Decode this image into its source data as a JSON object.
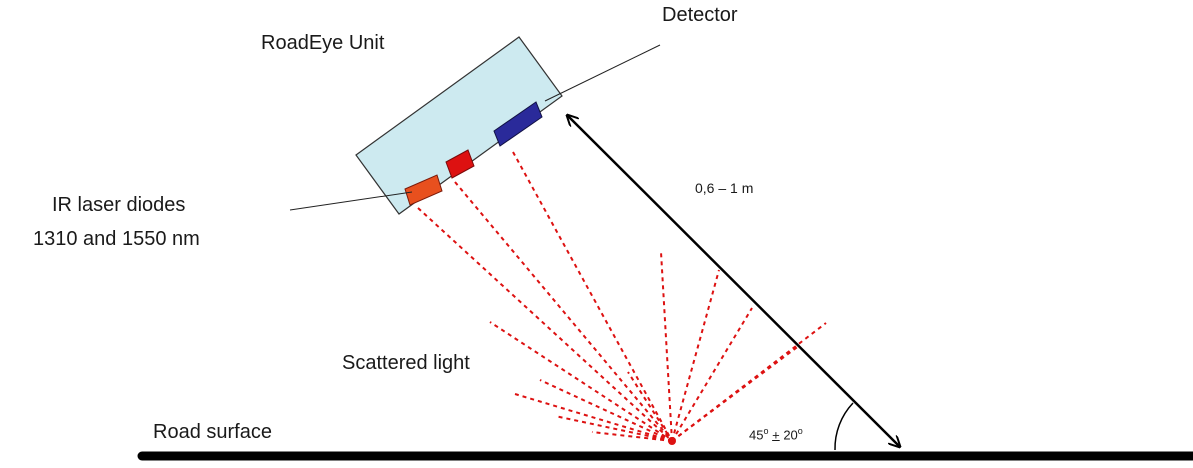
{
  "labels": {
    "unit": "RoadEye Unit",
    "detector": "Detector",
    "diodes_line1": "IR laser diodes",
    "diodes_line2": "1310 and 1550 nm",
    "distance": "0,6 – 1 m",
    "scattered": "Scattered light",
    "road": "Road surface",
    "angle_value": "45",
    "angle_degree": "o",
    "angle_pm": "+",
    "angle_tolerance": "20",
    "angle_tolerance_degree": "o"
  },
  "colors": {
    "unit_fill": "#cdeaf0",
    "laser_orange": "#e8501e",
    "laser_red": "#dd1111",
    "detector_blue": "#2a2a9a",
    "beam": "#dd1111",
    "road": "#000000"
  }
}
